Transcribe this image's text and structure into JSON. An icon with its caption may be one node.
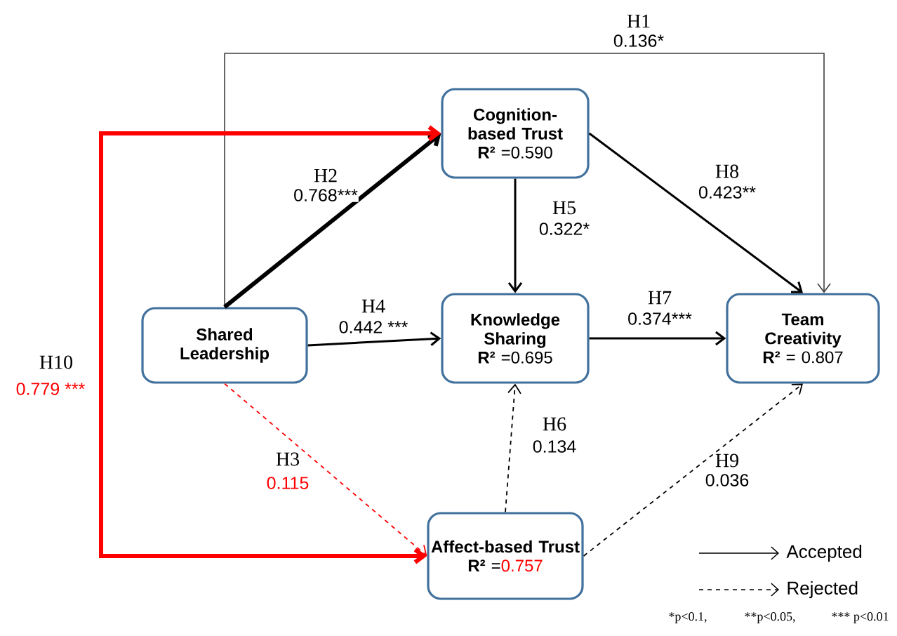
{
  "diagram": {
    "nodes": [
      {
        "text": [
          "Shared Leadership"
        ]
      },
      {
        "text": [
          "Cognition-based Trust",
          "**R²** =0.590"
        ]
      },
      {
        "text": [
          "Knowledge Sharing",
          "**R²** =0.695"
        ]
      },
      {
        "text": [
          "Team Creativity",
          "**R²** = 0.807"
        ]
      },
      {
        "text": [
          "Affect-based Trust",
          "**R²** =",
          "0.757"
        ]
      }
    ],
    "edges": [
      {
        "from": 0,
        "to": 3,
        "arrow": "to",
        "label": "H1",
        "color": "#404040"
      },
      {
        "from": 0,
        "to": 1,
        "arrow": "to",
        "label": "H2",
        "style": "thick"
      },
      {
        "from": 0,
        "to": 4,
        "arrow": "to",
        "label": "H3",
        "style": "dashed",
        "color": "#ff0000"
      },
      {
        "from": 0,
        "to": 2,
        "arrow": "to",
        "label": "H4"
      },
      {
        "from": 1,
        "to": 2,
        "arrow": "to",
        "label": "H5"
      },
      {
        "from": 4,
        "to": 2,
        "arrow": "to",
        "label": "H6",
        "style": "dashed"
      },
      {
        "from": 2,
        "to": 3,
        "arrow": "to",
        "label": "H7"
      },
      {
        "from": 1,
        "to": 3,
        "arrow": "to",
        "label": "H8"
      },
      {
        "from": 4,
        "to": 3,
        "arrow": "to",
        "label": "H9",
        "style": "dashed"
      },
      {
        "from": 1,
        "to": 4,
        "arrow": "both",
        "label": "H10",
        "style": "thick",
        "color": "#ff0000"
      }
    ],
    "labels": [
      "0.136*",
      "0.768***",
      "0.115",
      "0.442 ***",
      "0.322*",
      "0.134",
      "0.374***",
      "0.423**",
      "0.036",
      "0.779 ***",
      "*p<0.1,",
      "**p<0.05,",
      "*** p<0.01"
    ],
    "legend": [
      {
        "text": "Accepted"
      },
      {
        "text": "Rejected"
      }
    ]
  }
}
